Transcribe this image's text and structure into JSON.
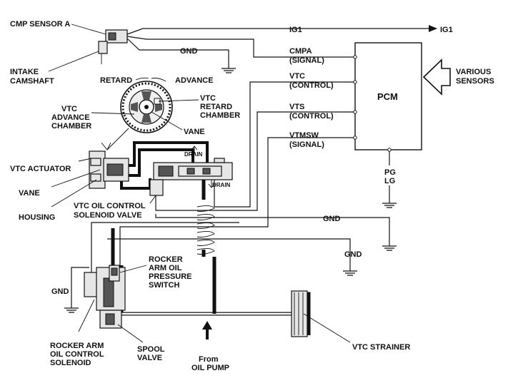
{
  "labels": {
    "cmp_sensor": "CMP SENSOR A",
    "ig1_left": "IG1",
    "ig1_right": "IG1",
    "gnd_top": "GND",
    "intake_camshaft_1": "INTAKE",
    "intake_camshaft_2": "CAMSHAFT",
    "retard": "RETARD",
    "advance": "ADVANCE",
    "vtc_retard_1": "VTC",
    "vtc_retard_2": "RETARD",
    "vtc_retard_3": "CHAMBER",
    "vtc_advance_1": "VTC",
    "vtc_advance_2": "ADVANCE",
    "vtc_advance_3": "CHAMBER",
    "vane_top": "VANE",
    "vtc_actuator": "VTC ACTUATOR",
    "vane_left": "VANE",
    "housing": "HOUSING",
    "drain_1": "DRAIN",
    "drain_2": "DRAIN",
    "solenoid_valve_1": "VTC OIL CONTROL",
    "solenoid_valve_2": "SOLENOID VALVE",
    "cmpa_1": "CMPA",
    "cmpa_2": "(SIGNAL)",
    "vtc_1": "VTC",
    "vtc_2": "(CONTROL)",
    "vts_1": "VTS",
    "vts_2": "(CONTROL)",
    "vtmsw_1": "VTMSW",
    "vtmsw_2": "(SIGNAL)",
    "pcm": "PCM",
    "various_1": "VARIOUS",
    "various_2": "SENSORS",
    "pg": "PG",
    "lg": "LG",
    "gnd_mid": "GND",
    "gnd_right": "GND",
    "gnd_left": "GND",
    "rocker_switch_1": "ROCKER",
    "rocker_switch_2": "ARM OIL",
    "rocker_switch_3": "PRESSURE",
    "rocker_switch_4": "SWITCH",
    "rocker_solenoid_1": "ROCKER ARM",
    "rocker_solenoid_2": "OIL CONTROL",
    "rocker_solenoid_3": "SOLENOID",
    "spool_1": "SPOOL",
    "spool_2": "VALVE",
    "from_1": "From",
    "from_2": "OIL PUMP",
    "strainer": "VTC STRAINER"
  }
}
